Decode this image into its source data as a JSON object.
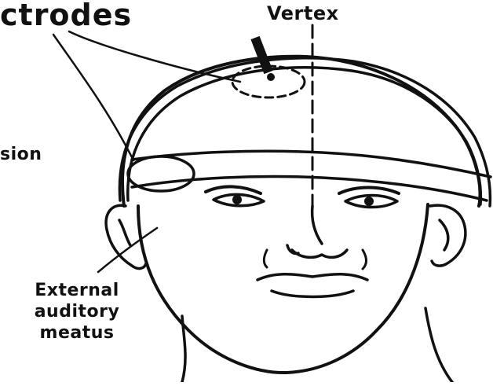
{
  "labels": {
    "electrodes": "ctrodes",
    "vertex": "Vertex",
    "lesion": "sion",
    "meatus_line1": "External",
    "meatus_line2": "auditory",
    "meatus_line3": "meatus"
  },
  "colors": {
    "ink": "#111111",
    "background": "#ffffff"
  }
}
